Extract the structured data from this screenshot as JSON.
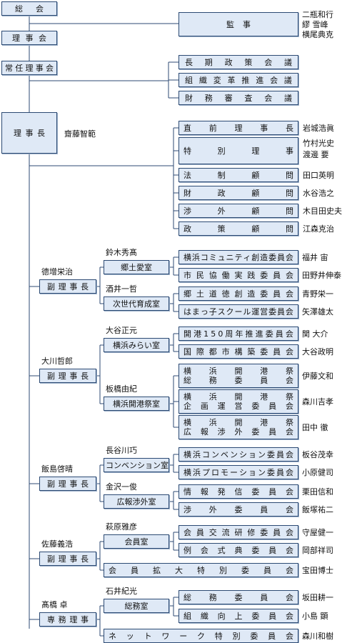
{
  "top": {
    "general_meeting": "総会",
    "board": "理事会",
    "standing_board": "常任理事会",
    "president": "理事長",
    "president_name": "齋藤智範",
    "auditor": "監事",
    "auditor_names": [
      "二瓶和行",
      "繆 雪峰",
      "横尾典克"
    ]
  },
  "councils": [
    "長期政策会議",
    "組織変革推進会議",
    "財務審査会議"
  ],
  "advisors": [
    {
      "title": "直前理事長",
      "names": [
        "岩城浩眞"
      ]
    },
    {
      "title": "特別理事",
      "names": [
        "竹村光史",
        "渡邊 要"
      ]
    },
    {
      "title": "法制顧問",
      "names": [
        "田口英明"
      ]
    },
    {
      "title": "財政顧問",
      "names": [
        "水谷浩之"
      ]
    },
    {
      "title": "渉外顧問",
      "names": [
        "木目田史夫"
      ]
    },
    {
      "title": "政策顧問",
      "names": [
        "江森克治"
      ]
    }
  ],
  "vp_title": "副理事長",
  "executive_title": "専務理事",
  "divisions": [
    {
      "head": "德增栄治",
      "role": "副理事長",
      "offices": [
        {
          "name": "鈴木秀髙",
          "office": "郷土愛室",
          "committees": [
            {
              "lines": [
                "横浜コミュニティ創造委員会"
              ],
              "chair": "福井 宙"
            },
            {
              "lines": [
                "市民協働実践委員会"
              ],
              "chair": "田野井伸泰"
            }
          ]
        },
        {
          "name": "酒井一哲",
          "office": "次世代育成室",
          "committees": [
            {
              "lines": [
                "郷土道徳創造委員会"
              ],
              "chair": "青野栄一"
            },
            {
              "lines": [
                "はまっ子スクール運営委員会"
              ],
              "chair": "矢澤雄太"
            }
          ]
        }
      ]
    },
    {
      "head": "大川哲郎",
      "role": "副理事長",
      "offices": [
        {
          "name": "大谷正元",
          "office": "横浜みらい室",
          "committees": [
            {
              "lines": [
                "開港150周年推進委員会"
              ],
              "chair": "関 大介"
            },
            {
              "lines": [
                "国際都市構築委員会"
              ],
              "chair": "大谷政明"
            }
          ]
        },
        {
          "name": "板橋由紀",
          "office": "横浜開港祭室",
          "committees": [
            {
              "lines": [
                "横浜開港祭",
                "総務委員会"
              ],
              "chair": "伊藤文和"
            },
            {
              "lines": [
                "横浜開港祭",
                "企画運営委員会"
              ],
              "chair": "森川吉孝"
            },
            {
              "lines": [
                "横浜開港祭",
                "広報渉外委員会"
              ],
              "chair": "田中 徹"
            }
          ]
        }
      ]
    },
    {
      "head": "飯島啓晴",
      "role": "副理事長",
      "offices": [
        {
          "name": "長谷川巧",
          "office": "コンベンション室",
          "committees": [
            {
              "lines": [
                "横浜コンベンション委員会"
              ],
              "chair": "板谷茂幸"
            },
            {
              "lines": [
                "横浜プロモーション委員会"
              ],
              "chair": "小原健司"
            }
          ]
        },
        {
          "name": "金沢一俊",
          "office": "広報渉外室",
          "committees": [
            {
              "lines": [
                "情報発信委員会"
              ],
              "chair": "栗田信和"
            },
            {
              "lines": [
                "渉外委員会"
              ],
              "chair": "飯塚祐二"
            }
          ]
        }
      ]
    },
    {
      "head": "佐藤義浩",
      "role": "副理事長",
      "offices": [
        {
          "name": "萩原雅彦",
          "office": "会員室",
          "committees": [
            {
              "lines": [
                "会員交流研修委員会"
              ],
              "chair": "守屋健一"
            },
            {
              "lines": [
                "例会式典委員会"
              ],
              "chair": "岡部祥司"
            }
          ]
        }
      ],
      "direct": {
        "lines": [
          "会員拡大特別委員会"
        ],
        "chair": "宝田博士"
      }
    },
    {
      "head": "髙橋 卓",
      "role": "専務理事",
      "offices": [
        {
          "name": "石井紀光",
          "office": "総務室",
          "committees": [
            {
              "lines": [
                "総務委員会"
              ],
              "chair": "坂田耕一"
            },
            {
              "lines": [
                "組織向上委員会"
              ],
              "chair": "小島 顕"
            }
          ]
        }
      ],
      "direct": {
        "lines": [
          "ネットワーク特別委員会"
        ],
        "chair": "森川和樹"
      }
    }
  ]
}
